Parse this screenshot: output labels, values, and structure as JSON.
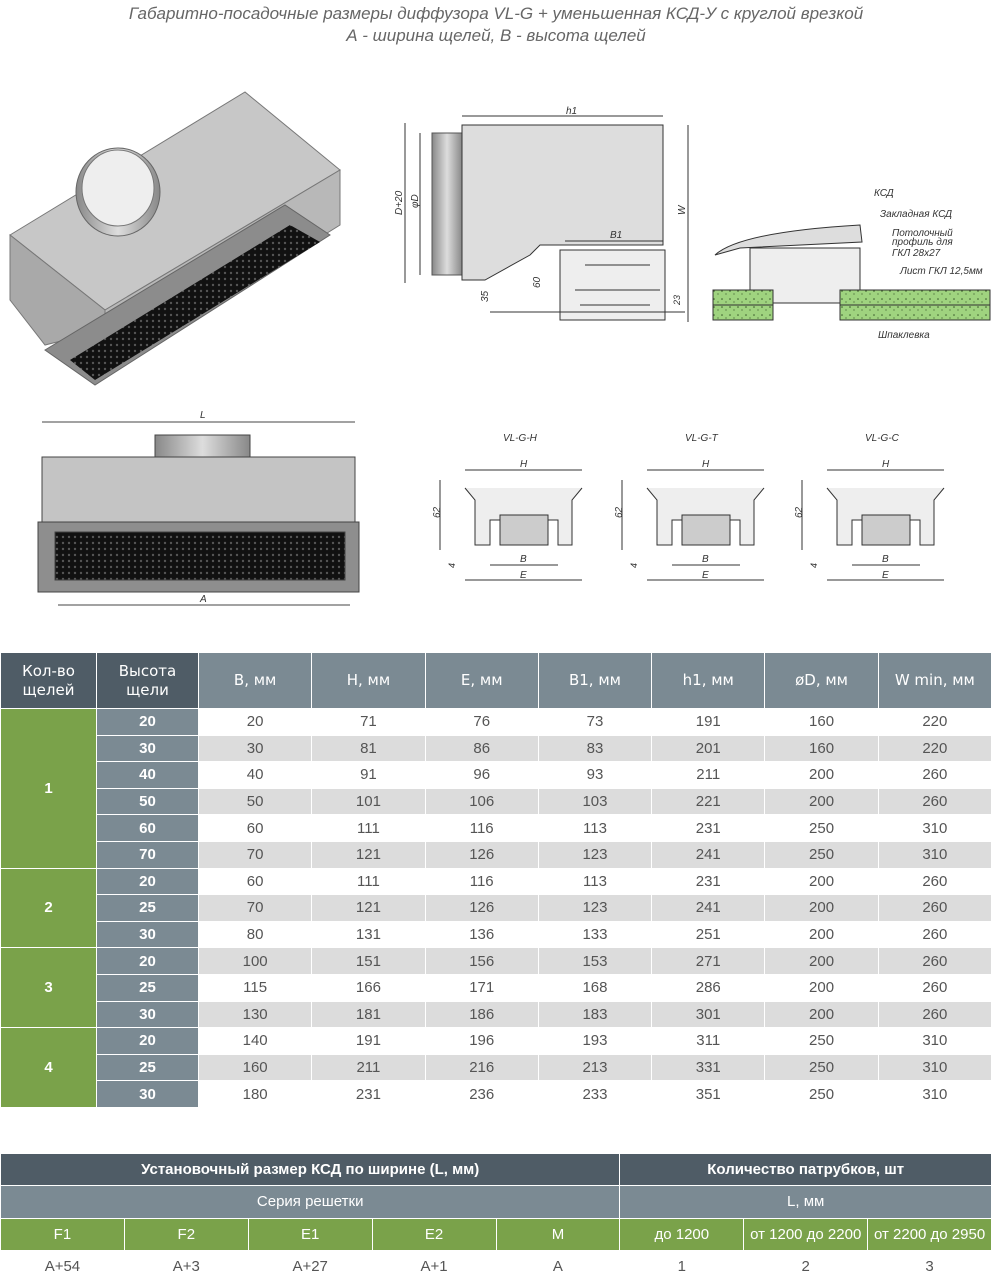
{
  "title": {
    "line1": "Габаритно-посадочные размеры диффузора VL-G + уменьшенная КСД-У с круглой врезкой",
    "line2": "А - ширина щелей, В - высота щелей"
  },
  "drawings": {
    "side": {
      "h1": "h1",
      "b1": "B1",
      "d20": "D+20",
      "phiD": "φD",
      "w": "W",
      "d35": "35",
      "d60": "60",
      "d23": "23"
    },
    "mount": {
      "ksd": "КСД",
      "zaklad": "Закладная КСД",
      "profile1": "Потолочный",
      "profile2": "профиль для",
      "profile3": "ГКЛ 28х27",
      "gkl": "Лист ГКЛ 12,5мм",
      "shpak": "Шпаклевка"
    },
    "front": {
      "l": "L",
      "a": "A"
    },
    "profiles": [
      {
        "name": "VL-G-H",
        "h": "H",
        "d62": "62",
        "d4": "4",
        "b": "B",
        "e": "E"
      },
      {
        "name": "VL-G-T",
        "h": "H",
        "d62": "62",
        "d4": "4",
        "b": "B",
        "e": "E"
      },
      {
        "name": "VL-G-C",
        "h": "H",
        "d62": "62",
        "d4": "4",
        "b": "B",
        "e": "E"
      }
    ]
  },
  "dims_table": {
    "headers": [
      "Кол-во щелей",
      "Высота щели",
      "B, мм",
      "H, мм",
      "E, мм",
      "B1, мм",
      "h1, мм",
      "øD, мм",
      "W min, мм"
    ],
    "groups": [
      {
        "slots": "1",
        "rows": [
          [
            "20",
            "20",
            "71",
            "76",
            "73",
            "191",
            "160",
            "220"
          ],
          [
            "30",
            "30",
            "81",
            "86",
            "83",
            "201",
            "160",
            "220"
          ],
          [
            "40",
            "40",
            "91",
            "96",
            "93",
            "211",
            "200",
            "260"
          ],
          [
            "50",
            "50",
            "101",
            "106",
            "103",
            "221",
            "200",
            "260"
          ],
          [
            "60",
            "60",
            "111",
            "116",
            "113",
            "231",
            "250",
            "310"
          ],
          [
            "70",
            "70",
            "121",
            "126",
            "123",
            "241",
            "250",
            "310"
          ]
        ]
      },
      {
        "slots": "2",
        "rows": [
          [
            "20",
            "60",
            "111",
            "116",
            "113",
            "231",
            "200",
            "260"
          ],
          [
            "25",
            "70",
            "121",
            "126",
            "123",
            "241",
            "200",
            "260"
          ],
          [
            "30",
            "80",
            "131",
            "136",
            "133",
            "251",
            "200",
            "260"
          ]
        ]
      },
      {
        "slots": "3",
        "rows": [
          [
            "20",
            "100",
            "151",
            "156",
            "153",
            "271",
            "200",
            "260"
          ],
          [
            "25",
            "115",
            "166",
            "171",
            "168",
            "286",
            "200",
            "260"
          ],
          [
            "30",
            "130",
            "181",
            "186",
            "183",
            "301",
            "200",
            "260"
          ]
        ]
      },
      {
        "slots": "4",
        "rows": [
          [
            "20",
            "140",
            "191",
            "196",
            "193",
            "311",
            "250",
            "310"
          ],
          [
            "25",
            "160",
            "211",
            "216",
            "213",
            "331",
            "250",
            "310"
          ],
          [
            "30",
            "180",
            "231",
            "236",
            "233",
            "351",
            "250",
            "310"
          ]
        ]
      }
    ]
  },
  "ksd_table": {
    "left_title": "Установочный размер КСД по ширине (L, мм)",
    "right_title": "Количество патрубков, шт",
    "left_sub": "Серия решетки",
    "right_sub": "L, мм",
    "series": [
      "F1",
      "F2",
      "E1",
      "E2",
      "M"
    ],
    "ranges": [
      "до 1200",
      "от 1200 до 2200",
      "от 2200 до 2950"
    ],
    "series_values": [
      "A+54",
      "A+3",
      "A+27",
      "A+1",
      "A"
    ],
    "range_values": [
      "1",
      "2",
      "3"
    ]
  }
}
